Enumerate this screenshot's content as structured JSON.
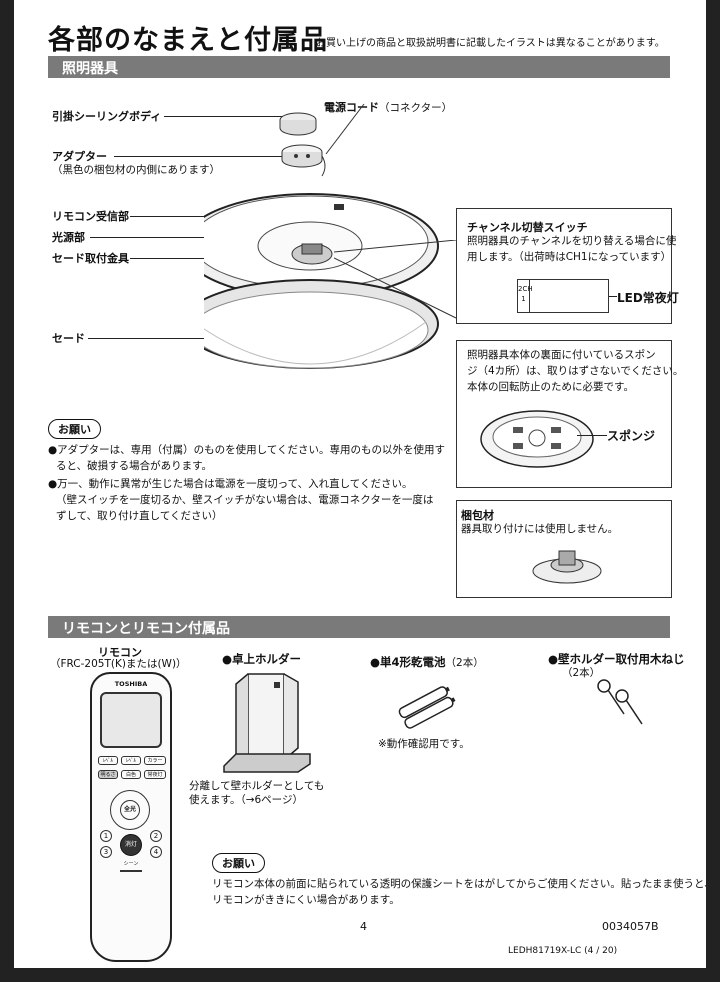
{
  "header": {
    "title": "各部のなまえと付属品",
    "note": "お買い上げの商品と取扱説明書に記載したイラストは異なることがあります。"
  },
  "section_lighting": {
    "title": "照明器具",
    "labels": {
      "ceiling_body": "引掛シーリングボディ",
      "power_cord_bold": "電源コード",
      "power_cord_paren": "（コネクター）",
      "adapter": "アダプター",
      "adapter_note": "（黒色の梱包材の内側にあります）",
      "remote_receiver": "リモコン受信部",
      "light_source": "光源部",
      "shade_fitting": "セード取付金具",
      "shade": "セード"
    },
    "channel_box": {
      "title": "チャンネル切替スイッチ",
      "text1": "照明器具のチャンネルを切り替える場合に使",
      "text2": "用します。（出荷時はCH1になっています）",
      "switch_label": "2CH\n1",
      "led_label": "LED常夜灯"
    },
    "sponge_box": {
      "text1": "照明器具本体の裏面に付いているスポン",
      "text2": "ジ（4カ所）は、取りはずさないでください。",
      "text3": "本体の回転防止のために必要です。",
      "sponge_label": "スポンジ"
    },
    "packing_box": {
      "title": "梱包材",
      "text": "器具取り付けには使用しません。"
    },
    "request": {
      "pill": "お願い",
      "bullet1_line1": "●アダプターは、専用（付属）のものを使用してください。専用のもの以外を使用す",
      "bullet1_line2": "ると、破損する場合があります。",
      "bullet2_line1": "●万一、動作に異常が生じた場合は電源を一度切って、入れ直してください。",
      "bullet2_line2": "（壁スイッチを一度切るか、壁スイッチがない場合は、電源コネクターを一度は",
      "bullet2_line3": "ずして、取り付け直してください）"
    }
  },
  "section_remote": {
    "title": "リモコンとリモコン付属品",
    "remote": {
      "title": "リモコン",
      "model": "（FRC-205T(K)または(W)）",
      "brand": "TOSHIBA",
      "btn_labels": [
        "ﾚﾍﾞﾙ",
        "ﾚﾍﾞﾙ",
        "カラー",
        "明るさ",
        "白色",
        "常夜灯",
        "全光",
        "消灯",
        "1",
        "2",
        "3",
        "4",
        "シーン"
      ]
    },
    "holder": {
      "title": "●卓上ホルダー",
      "note1": "分離して壁ホルダーとしても",
      "note2": "使えます。（→6ページ）"
    },
    "battery": {
      "title_bold": "●単4形乾電池",
      "title_paren": "（2本）",
      "note": "※動作確認用です。"
    },
    "screw": {
      "title": "●壁ホルダー取付用木ねじ",
      "count": "（2本）"
    },
    "request": {
      "pill": "お願い",
      "line1": "リモコン本体の前面に貼られている透明の保護シートをはがしてからご使用ください。貼ったまま使うと、",
      "line2": "リモコンがききにくい場合があります。"
    }
  },
  "footer": {
    "page_number": "4",
    "code": "0034057B",
    "doc_id": "LEDH81719X-LC (4 / 20)"
  }
}
